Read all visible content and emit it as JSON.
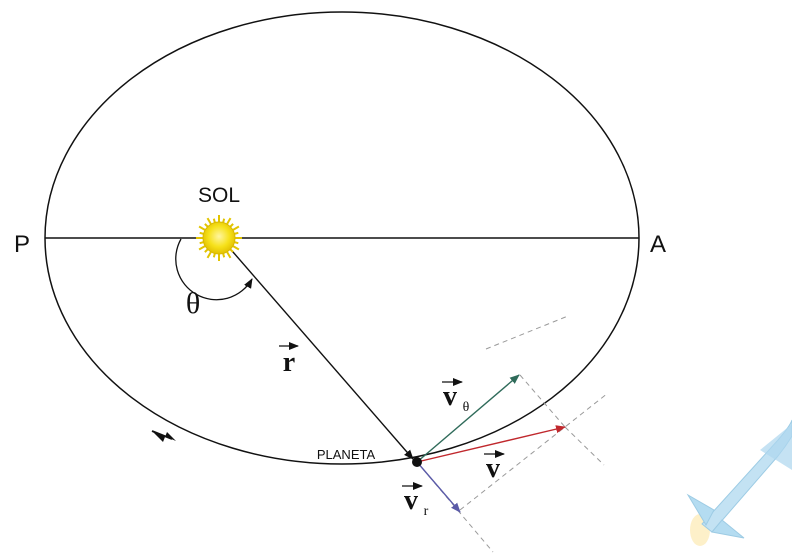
{
  "labels": {
    "sun": "SOL",
    "perihelion": "P",
    "aphelion": "A",
    "theta": "θ",
    "radius_vector": "r",
    "planet": "PLANETA",
    "v_theta_main": "v",
    "v_theta_sub": "θ",
    "velocity": "v",
    "v_r_main": "v",
    "v_r_sub": "r"
  },
  "colors": {
    "line": "#111111",
    "sun_fill": "#f6e11a",
    "sun_rays": "#e2c400",
    "v_theta": "#2f6b5a",
    "velocity": "#c0282d",
    "v_r": "#5a5aa8",
    "guides": "#9a9a9a"
  },
  "decor": {
    "rocket_icon": "rocket-icon"
  }
}
